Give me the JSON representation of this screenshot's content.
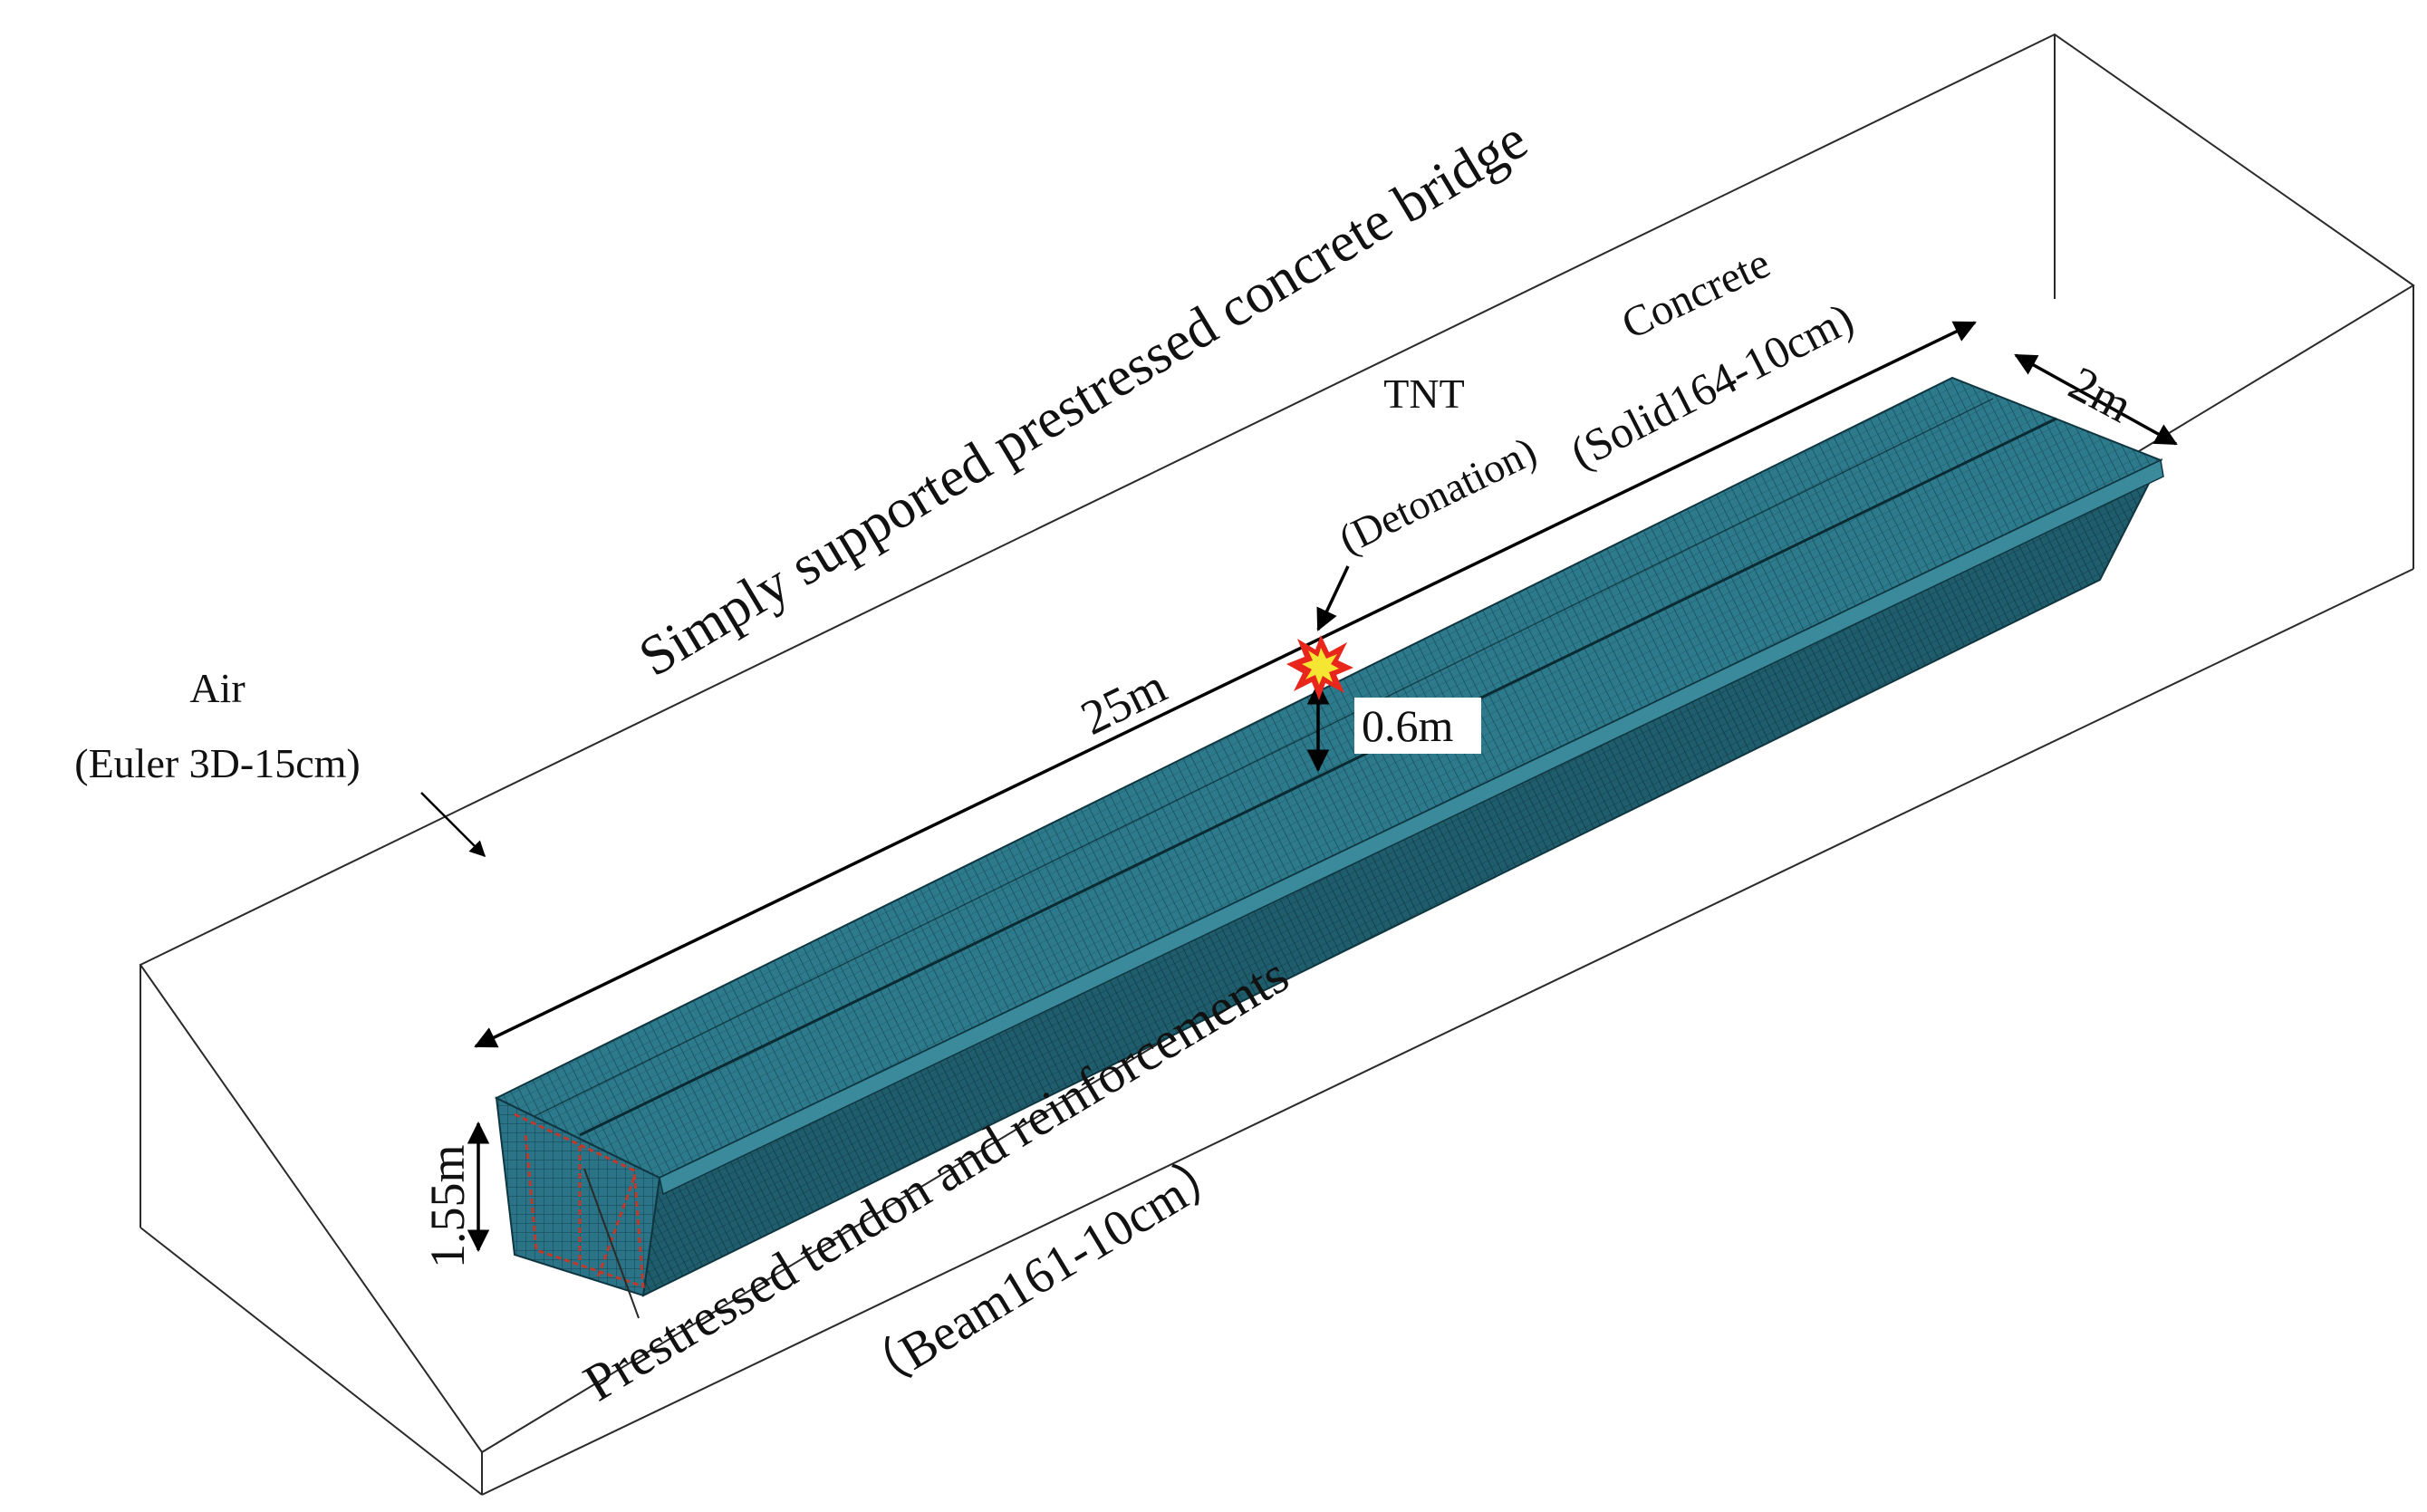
{
  "labels": {
    "title": "Simply supported prestressed concrete bridge",
    "air": "Air",
    "air_element": "(Euler 3D-15cm)",
    "tnt": "TNT",
    "tnt_detonation": "(Detonation)",
    "concrete": "Concrete",
    "concrete_element": "(Solid164-10cm)",
    "length": "25m",
    "width": "2m",
    "height": "1.55m",
    "standoff": "0.6m",
    "tendon": "Prestressed tendon and reinforcements",
    "tendon_element": "（Beam161-10cm）"
  },
  "colors": {
    "beam_top": "#2d7a8c",
    "beam_side": "#1f5d6d",
    "beam_mesh": "#123d47",
    "tendon": "#c0392b",
    "explosion_outer": "#e8261c",
    "explosion_inner": "#f5e633",
    "line": "#000000"
  },
  "icons": {
    "explosion": "explosion-icon"
  }
}
